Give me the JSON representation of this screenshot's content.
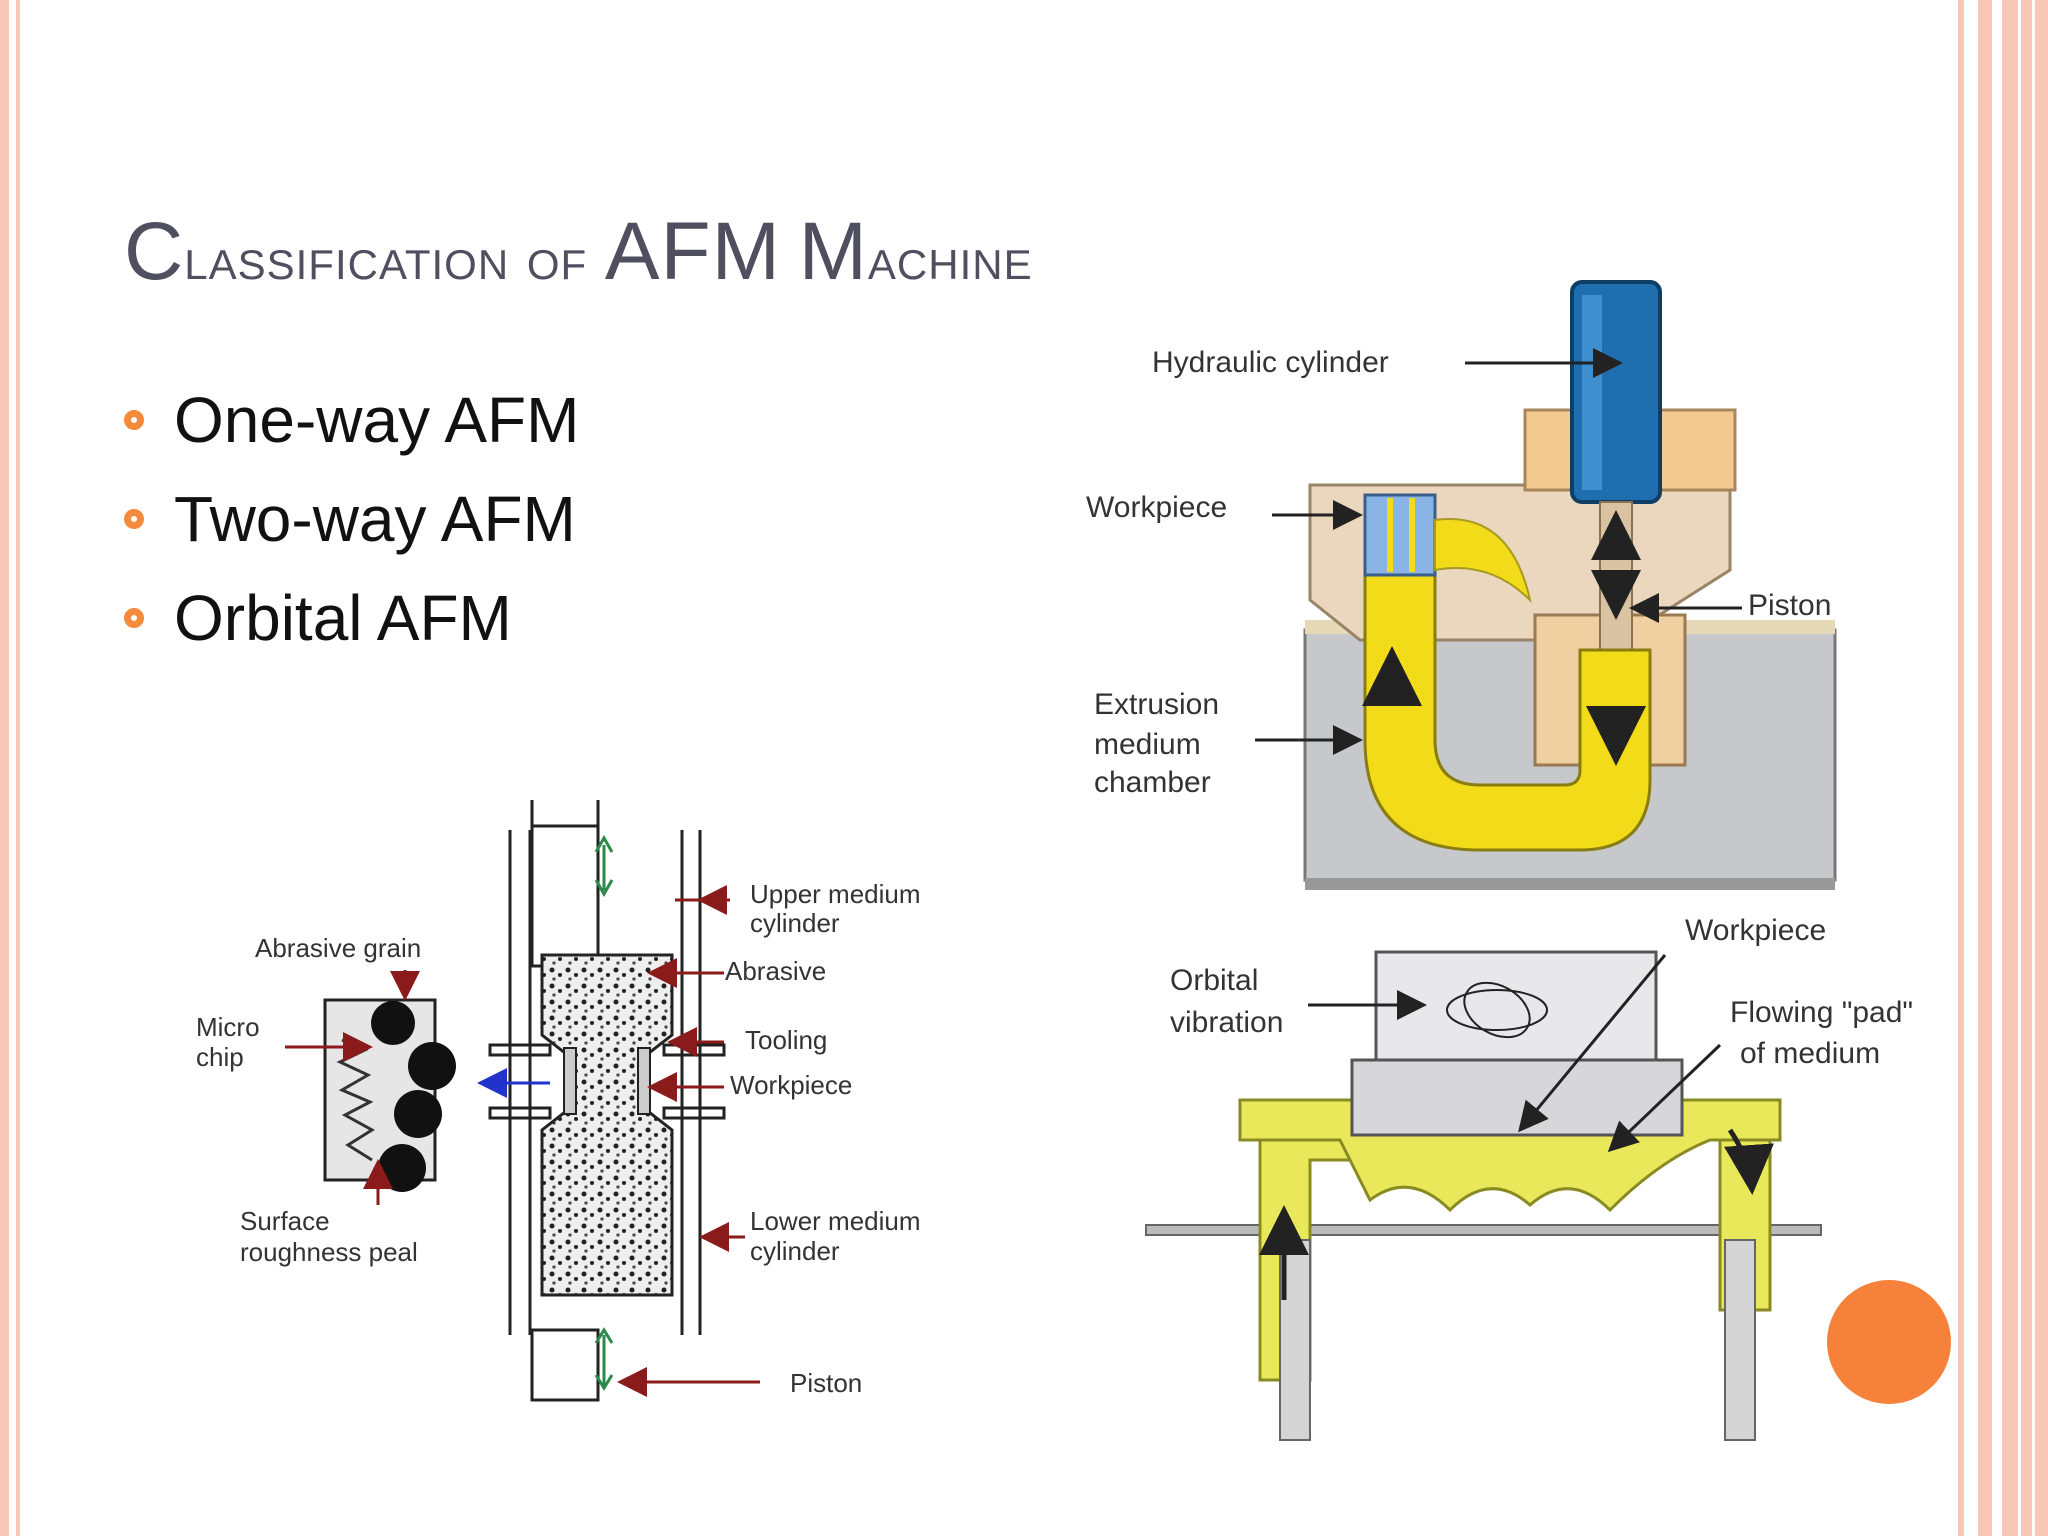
{
  "title": {
    "part1_cap": "C",
    "part1_rest": "lassification of",
    "part2": "AFM",
    "part3_cap": "M",
    "part3_rest": "achine"
  },
  "bullets": [
    {
      "text": "One-way AFM"
    },
    {
      "text": "Two-way AFM"
    },
    {
      "text": "Orbital AFM"
    }
  ],
  "figure_oneway": {
    "labels": {
      "hydraulic_cylinder": "Hydraulic cylinder",
      "workpiece": "Workpiece",
      "piston": "Piston",
      "extrusion_1": "Extrusion",
      "extrusion_2": "medium",
      "extrusion_3": "chamber"
    }
  },
  "figure_twoway": {
    "labels": {
      "upper_1": "Upper medium",
      "upper_2": "cylinder",
      "abrasive": "Abrasive",
      "tooling": "Tooling",
      "workpiece": "Workpiece",
      "lower_1": "Lower medium",
      "lower_2": "cylinder",
      "piston": "Piston",
      "abrasive_grain": "Abrasive grain",
      "micro_1": "Micro",
      "micro_2": "chip",
      "surface_1": "Surface",
      "surface_2": "roughness peal"
    }
  },
  "figure_orbital": {
    "labels": {
      "workpiece": "Workpiece",
      "orbital_1": "Orbital",
      "orbital_2": "vibration",
      "flowing_1": "Flowing \"pad\"",
      "flowing_2": "of medium"
    }
  },
  "colors": {
    "accent": "#f58a3d",
    "title": "#4f4f5f",
    "border": "#f8c7b5",
    "medium_yellow": "#f2dc1a",
    "cylinder_blue": "#1f6fb0"
  }
}
